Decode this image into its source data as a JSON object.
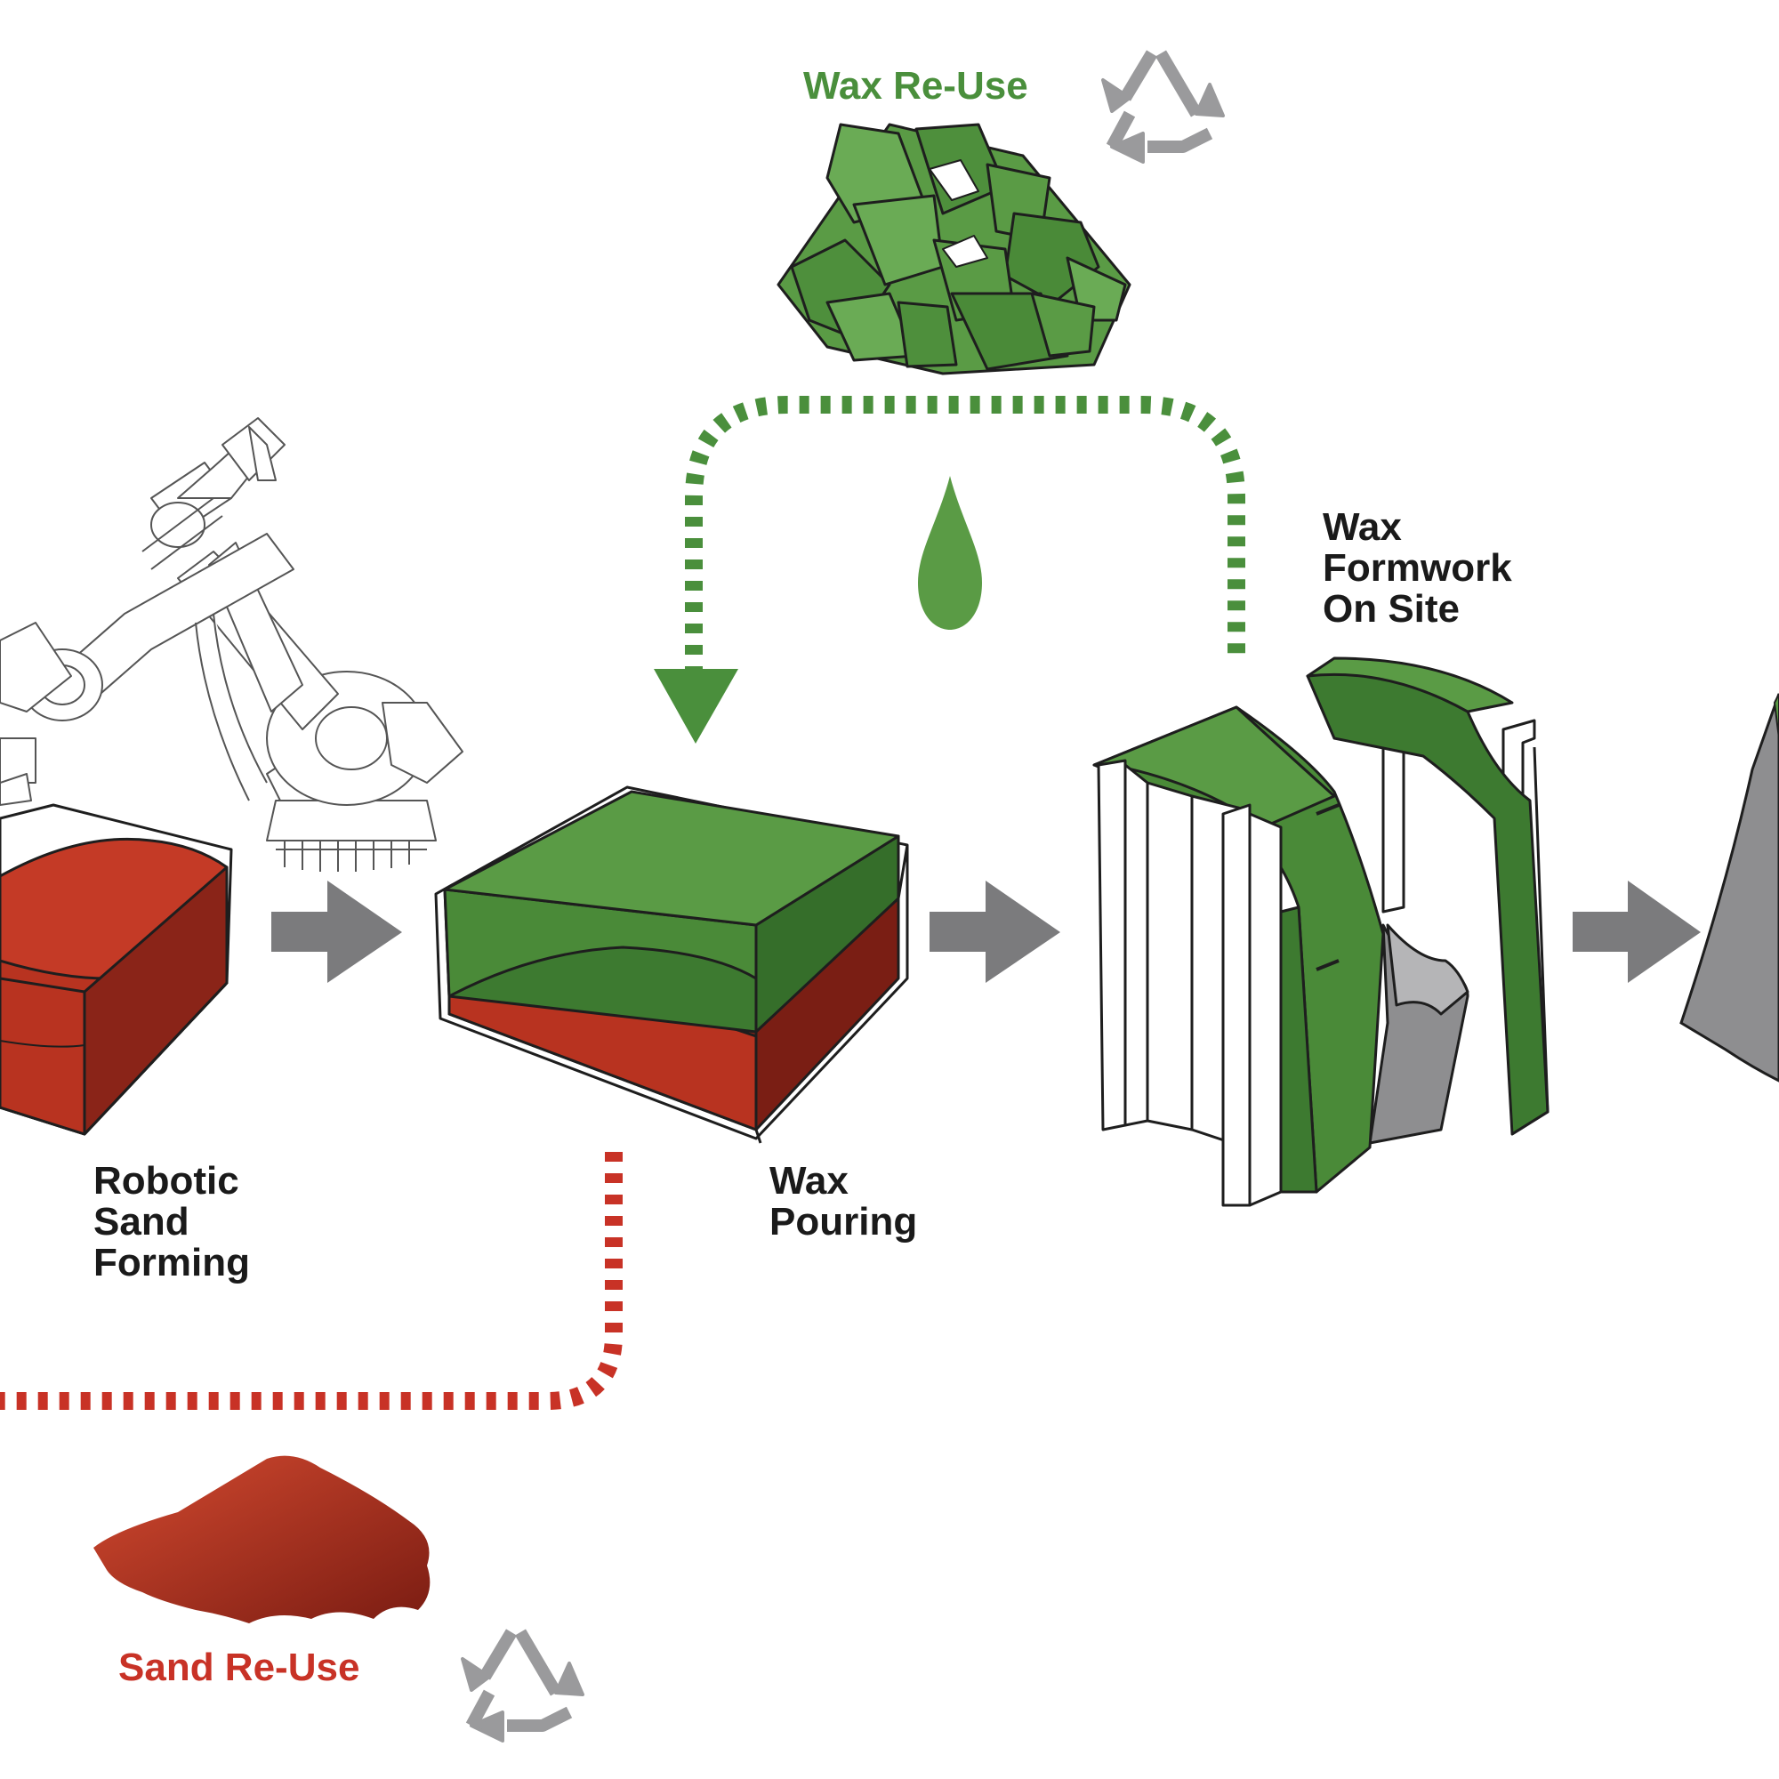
{
  "labels": {
    "wax_reuse": "Wax Re-Use",
    "sand_reuse": "Sand Re-Use",
    "robotic_sand_forming": [
      "Robotic",
      "Sand",
      "Forming"
    ],
    "wax_pouring": [
      "Wax",
      "Pouring"
    ],
    "wax_formwork_on_site": [
      "Wax",
      "Formwork",
      "On Site"
    ]
  },
  "colors": {
    "wax_green": "#5a9b45",
    "wax_green_dark": "#3d7a30",
    "sand_red": "#c43a26",
    "sand_red_dark": "#8a2418",
    "arrow_gray": "#7b7b7d",
    "recycle_gray": "#9a9a9c",
    "outline": "#1e1e1e"
  },
  "icons": [
    "recycle-icon",
    "recycle-icon",
    "wax-drop-icon",
    "robot-arm-icon"
  ]
}
